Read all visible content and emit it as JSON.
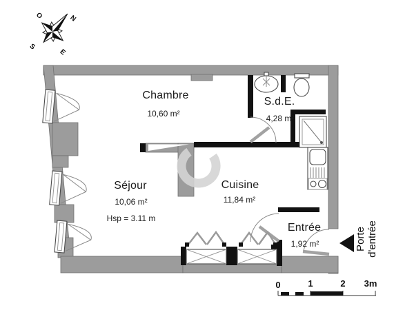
{
  "plan_type": "floor-plan",
  "compass": {
    "n": "N",
    "o": "O",
    "s": "S",
    "e": "E"
  },
  "rooms": {
    "chambre": {
      "name": "Chambre",
      "area": "10,60 m²"
    },
    "sde": {
      "name": "S.d.E.",
      "area": "4,28 m²"
    },
    "sejour": {
      "name": "Séjour",
      "area": "10,06 m²",
      "height": "Hsp = 3.11 m"
    },
    "cuisine": {
      "name": "Cuisine",
      "area": "11,84 m²"
    },
    "entree": {
      "name": "Entrée",
      "area": "1,92 m²"
    }
  },
  "entrance": {
    "line1": "Porte",
    "line2": "d'entrée"
  },
  "scale": {
    "t0": "0",
    "t1": "1",
    "t2": "2",
    "t3": "3m"
  },
  "colors": {
    "wall_gray": "#9c9c9c",
    "interior_wall": "#121212",
    "watermark": "#d4d4d4",
    "text": "#1c1c1c"
  }
}
